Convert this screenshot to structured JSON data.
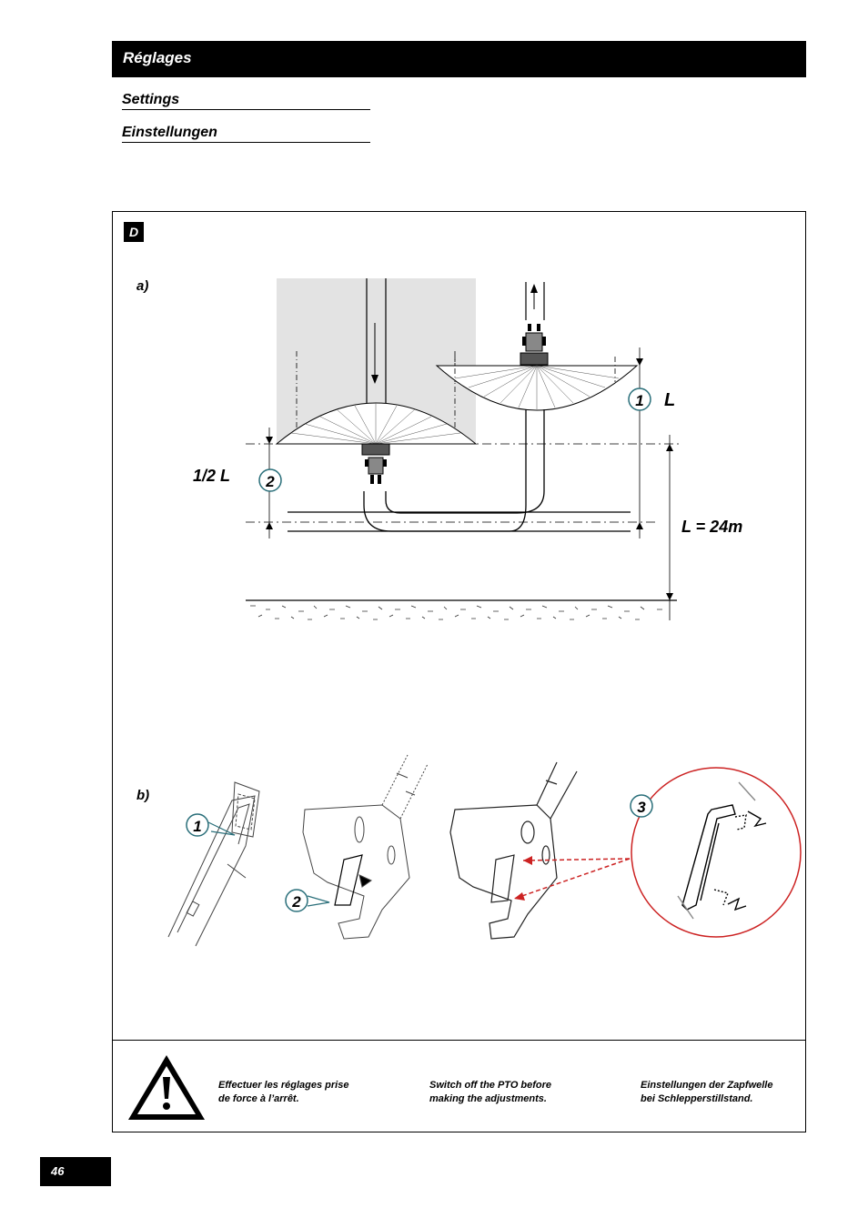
{
  "header": {
    "title": "Réglages"
  },
  "subtitles": [
    "Settings",
    "Einstellungen"
  ],
  "section": {
    "label": "D"
  },
  "figure_a": {
    "label": "a)",
    "callout_1": "1",
    "callout_2": "2",
    "dim_L": "L",
    "dim_half_L": "1/2 L",
    "dim_total": "L = 24m"
  },
  "figure_b": {
    "label": "b)",
    "callout_1": "1",
    "callout_2": "2",
    "callout_3": "3"
  },
  "warning": {
    "fr_line1": "Effectuer les réglages prise",
    "fr_line2": "de force à l’arrêt.",
    "en_line1": "Switch off the PTO before",
    "en_line2": "making the adjustments.",
    "de_line1": "Einstellungen der Zapfwelle",
    "de_line2": "bei Schlepperstillstand."
  },
  "page": {
    "number": "46"
  },
  "colors": {
    "accent_red": "#cc2222",
    "callout_teal": "#2a6f7a",
    "shade_gray": "#e3e3e3"
  }
}
